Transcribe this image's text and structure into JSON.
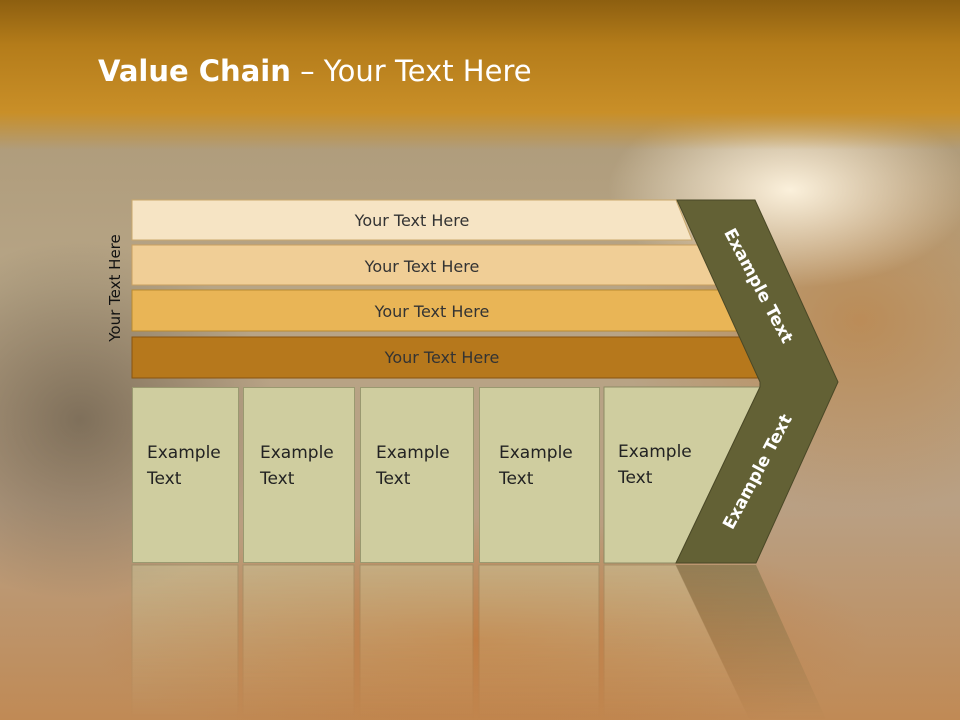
{
  "slide": {
    "title_bold": "Value Chain",
    "title_rest": " – Your Text Here",
    "side_label": "Your Text Here",
    "bars": [
      {
        "label": "Your Text Here",
        "color": "#f6e4c4"
      },
      {
        "label": "Your Text Here",
        "color": "#f0ce96"
      },
      {
        "label": "Your Text Here",
        "color": "#e9b556"
      },
      {
        "label": "Your Text Here",
        "color": "#b6781c"
      }
    ],
    "columns": [
      {
        "line1": "Example",
        "line2": "Text"
      },
      {
        "line1": "Example",
        "line2": "Text"
      },
      {
        "line1": "Example",
        "line2": "Text"
      },
      {
        "line1": "Example",
        "line2": "Text"
      },
      {
        "line1": "Example",
        "line2": "Text"
      }
    ],
    "chevron_top": "Example Text",
    "chevron_bottom": "Example Text",
    "colors": {
      "chevron": "#636135",
      "column_fill": "#cfcd9f",
      "title_bar": "#b47c1a"
    }
  }
}
